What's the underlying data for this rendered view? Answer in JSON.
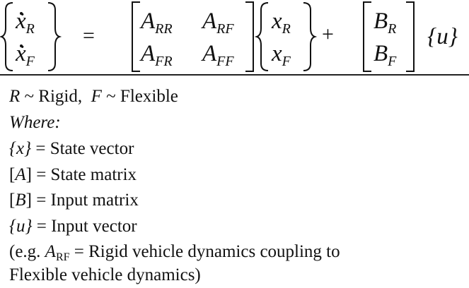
{
  "equation": {
    "lhs": {
      "row1_sym": "ẋ",
      "row1_sub": "R",
      "row2_sym": "ẋ",
      "row2_sub": "F"
    },
    "equals": "=",
    "matrix_A": {
      "a11": "A",
      "a11_sub": "RR",
      "a12": "A",
      "a12_sub": "RF",
      "a21": "A",
      "a21_sub": "FR",
      "a22": "A",
      "a22_sub": "FF"
    },
    "state_vec": {
      "row1_sym": "x",
      "row1_sub": "R",
      "row2_sym": "x",
      "row2_sub": "F"
    },
    "plus": "+",
    "matrix_B": {
      "b1": "B",
      "b1_sub": "R",
      "b2": "B",
      "b2_sub": "F"
    },
    "input_vec": "{u}"
  },
  "notes": {
    "legend_R": "R",
    "legend_R_text": "~ Rigid,",
    "legend_F": "F",
    "legend_F_text": "~ Flexible",
    "where": "Where:",
    "x_sym": "{x}",
    "x_def": "= State vector",
    "A_open": "[",
    "A_sym": "A",
    "A_close": "]",
    "A_def": "= State matrix",
    "B_open": "[",
    "B_sym": "B",
    "B_close": "]",
    "B_def": "= Input matrix",
    "u_sym": "{u}",
    "u_def": "= Input vector",
    "eg_prefix": "(e.g. ",
    "eg_sym": "A",
    "eg_sub": "RF",
    "eg_rest": " = Rigid vehicle dynamics coupling to",
    "eg_line2": "Flexible vehicle dynamics)"
  }
}
